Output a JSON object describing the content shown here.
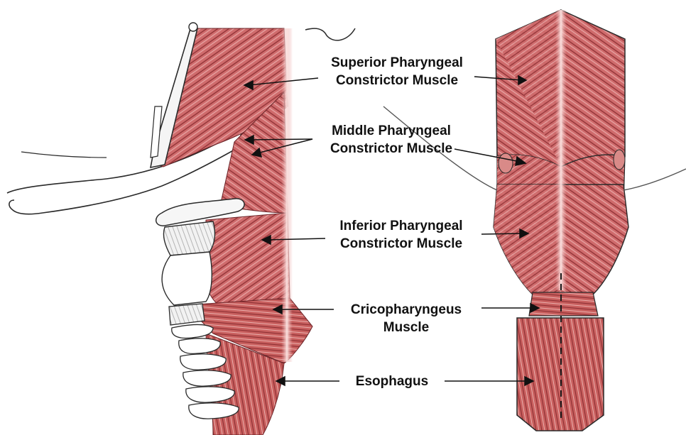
{
  "colors": {
    "muscle": "#c4585c",
    "muscle_light": "#e8a4a3",
    "muscle_dark": "#8e2f33",
    "outline": "#2a2a2a",
    "cartilage": "#ececec",
    "text": "#111111"
  },
  "labels": {
    "superior": {
      "line1": "Superior Pharyngeal",
      "line2": "Constrictor Muscle"
    },
    "middle": {
      "line1": "Middle Pharyngeal",
      "line2": "Constrictor Muscle"
    },
    "inferior": {
      "line1": "Inferior Pharyngeal",
      "line2": "Constrictor Muscle"
    },
    "cricopharyngeus": {
      "line1": "Cricopharyngeus",
      "line2": "Muscle"
    },
    "esophagus": {
      "line1": "Esophagus"
    }
  }
}
